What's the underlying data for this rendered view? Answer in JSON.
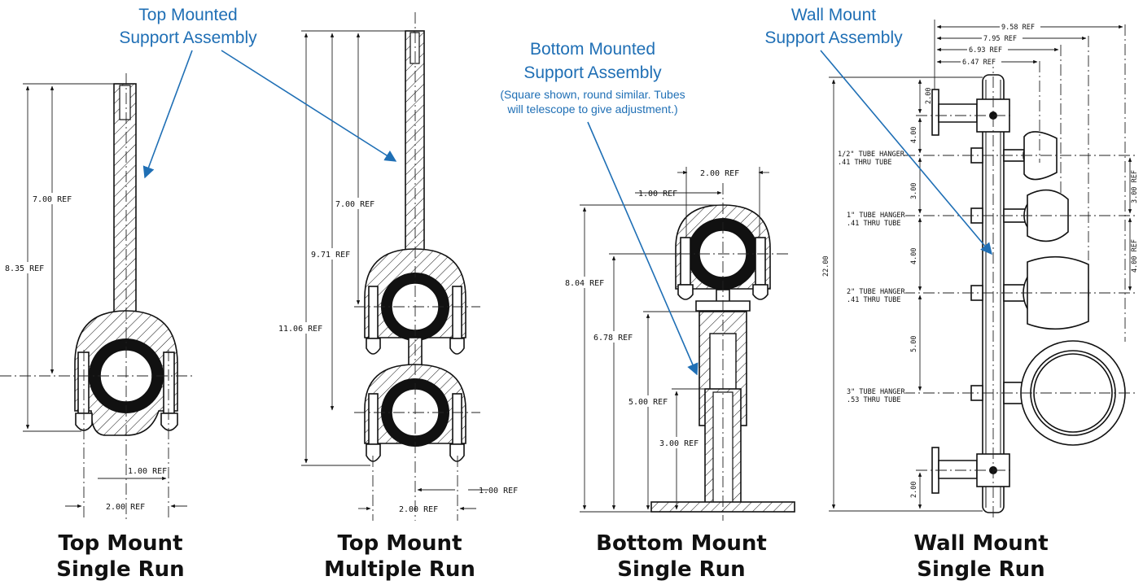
{
  "callouts": {
    "top_mounted": [
      "Top Mounted",
      "Support Assembly"
    ],
    "bottom_mounted": [
      "Bottom Mounted",
      "Support Assembly"
    ],
    "bottom_note": [
      "(Square shown, round similar. Tubes",
      "will telescope to give adjustment.)"
    ],
    "wall_mount": [
      "Wall Mount",
      "Support Assembly"
    ]
  },
  "captions": {
    "top_single": [
      "Top Mount",
      "Single Run"
    ],
    "top_multiple": [
      "Top Mount",
      "Multiple Run"
    ],
    "bottom_single": [
      "Bottom Mount",
      "Single Run"
    ],
    "wall_single": [
      "Wall Mount",
      "Single Run"
    ]
  },
  "dimensions": {
    "top_single": {
      "d1": "7.00 REF",
      "d2": "8.35 REF",
      "d3": "1.00 REF",
      "d4": "2.00 REF"
    },
    "top_multiple": {
      "d1": "7.00 REF",
      "d2": "9.71 REF",
      "d3": "11.06 REF",
      "d4": "1.00 REF",
      "d5": "2.00 REF"
    },
    "bottom_single": {
      "d1": "2.00 REF",
      "d2": "1.00 REF",
      "d3": "8.04 REF",
      "d4": "6.78 REF",
      "d5": "5.00 REF",
      "d6": "3.00 REF"
    },
    "wall_single": {
      "top": [
        "9.58 REF",
        "7.95 REF",
        "6.93 REF",
        "6.47 REF"
      ],
      "left": [
        "2.00",
        "4.00",
        "3.00",
        "4.00",
        "5.00",
        "2.00"
      ],
      "overall": "22.00",
      "right": [
        "3.00 REF",
        "4.00 REF"
      ],
      "hangers": [
        [
          "1/2\" TUBE HANGER",
          ".41 THRU TUBE"
        ],
        [
          "1\" TUBE HANGER",
          ".41 THRU TUBE"
        ],
        [
          "2\" TUBE HANGER",
          ".41 THRU TUBE"
        ],
        [
          "3\" TUBE HANGER",
          ".53 THRU TUBE"
        ]
      ]
    }
  },
  "colors": {
    "callout": "#1f6fb5",
    "line": "#111111"
  }
}
